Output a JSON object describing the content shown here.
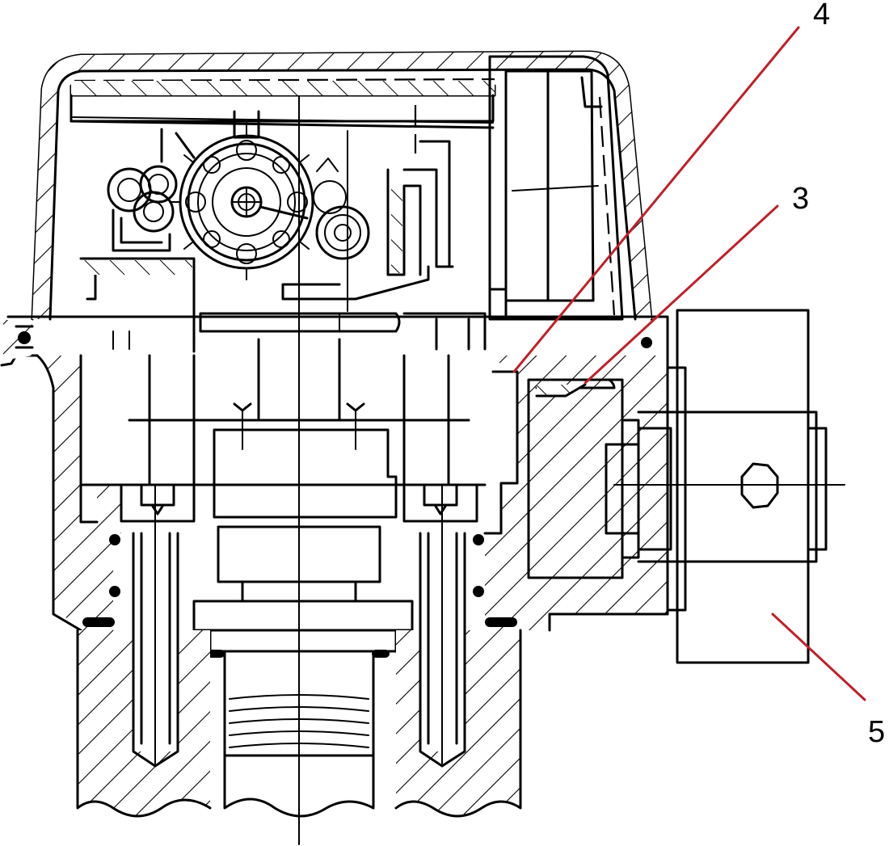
{
  "diagram": {
    "callouts": [
      {
        "id": "callout-4",
        "label": "4"
      },
      {
        "id": "callout-3",
        "label": "3"
      },
      {
        "id": "callout-5",
        "label": "5"
      }
    ],
    "colors": {
      "outline": "#000000",
      "leader_line": "#c0202a",
      "background": "#ffffff"
    }
  }
}
